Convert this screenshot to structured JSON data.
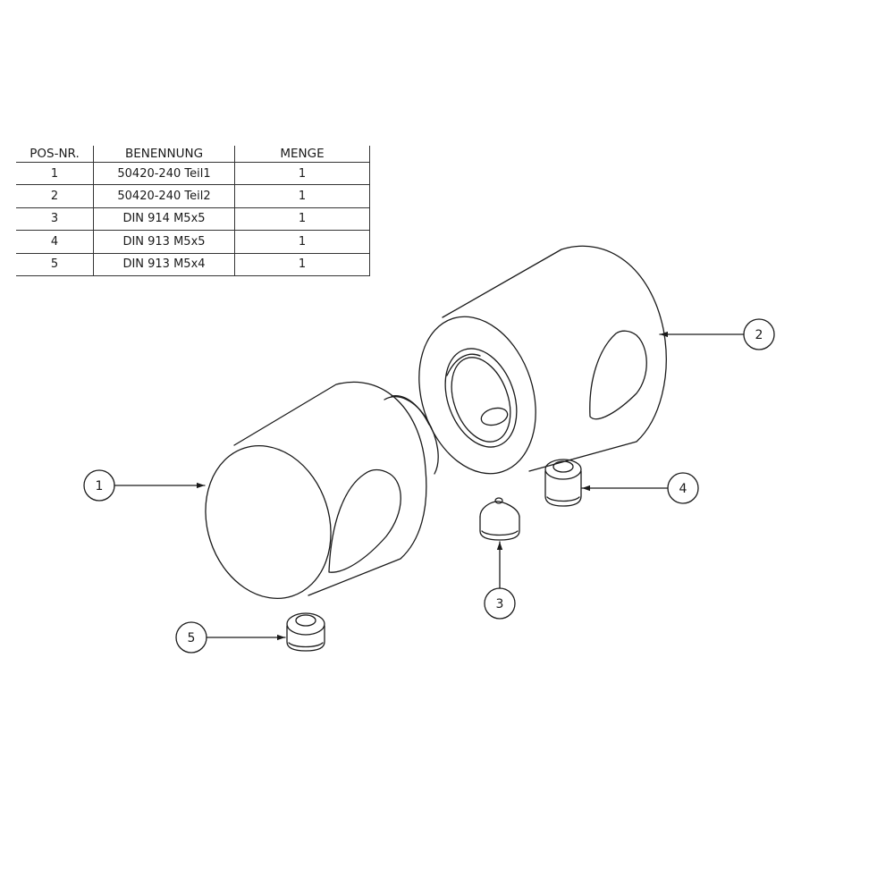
{
  "bom": {
    "headers": {
      "pos": "POS-NR.",
      "name": "BENENNUNG",
      "qty": "MENGE"
    },
    "rows": [
      {
        "pos": "1",
        "name": "50420-240 Teil1",
        "qty": "1"
      },
      {
        "pos": "2",
        "name": "50420-240 Teil2",
        "qty": "1"
      },
      {
        "pos": "3",
        "name": "DIN 914 M5x5",
        "qty": "1"
      },
      {
        "pos": "4",
        "name": "DIN 913 M5x5",
        "qty": "1"
      },
      {
        "pos": "5",
        "name": "DIN 913 M5x4",
        "qty": "1"
      }
    ]
  },
  "balloons": {
    "b1": "1",
    "b2": "2",
    "b3": "3",
    "b4": "4",
    "b5": "5"
  },
  "colors": {
    "line": "#1a1a1a",
    "background": "#ffffff"
  }
}
